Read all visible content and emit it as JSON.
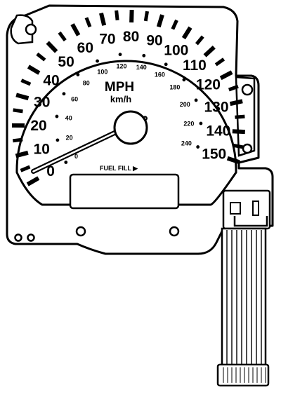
{
  "gauge": {
    "primary_unit": "MPH",
    "secondary_unit": "km/h",
    "mph_scale": [
      "0",
      "10",
      "20",
      "30",
      "40",
      "50",
      "60",
      "70",
      "80",
      "90",
      "100",
      "110",
      "120",
      "130",
      "140",
      "150"
    ],
    "kmh_scale": [
      "0",
      "20",
      "40",
      "60",
      "80",
      "100",
      "120",
      "140",
      "160",
      "180",
      "200",
      "220",
      "240"
    ],
    "fuel_label": "FUEL FILL ▶",
    "needle_reading_mph": 3
  },
  "colors": {
    "ink": "#000000",
    "paper": "#ffffff"
  }
}
